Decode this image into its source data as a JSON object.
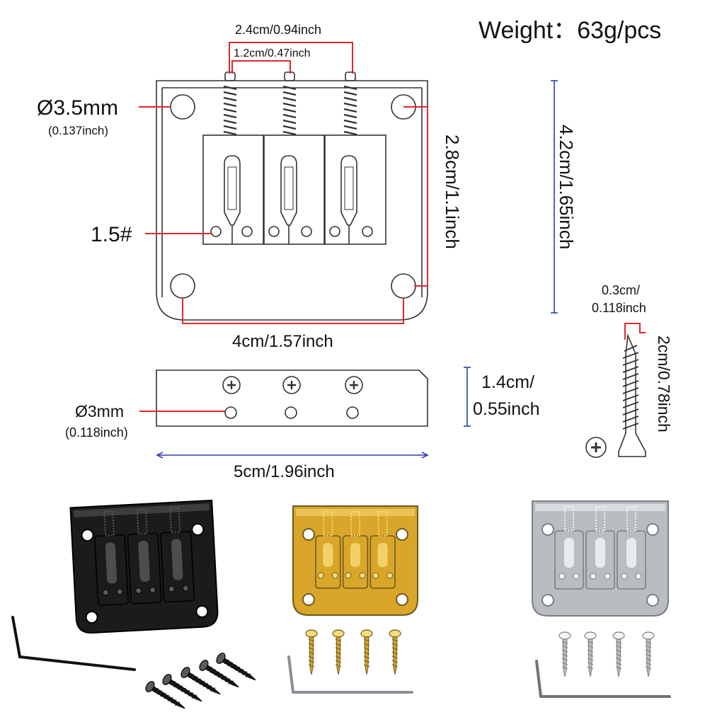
{
  "weight": "Weight：63g/pcs",
  "top_view": {
    "string_spacing_outer": "2.4cm/0.94inch",
    "string_spacing_inner": "1.2cm/0.47inch",
    "mount_hole_dia": "Ø3.5mm",
    "mount_hole_dia_inch": "(0.137inch)",
    "screw_size": "1.5#",
    "hole_spacing_vertical": "2.8cm/1.1inch",
    "plate_height": "4.2cm/1.65inch",
    "hole_spacing_horizontal": "4cm/1.57inch"
  },
  "side_view": {
    "hole_dia": "Ø3mm",
    "hole_dia_inch": "(0.118inch)",
    "height_cm": "1.4cm/",
    "height_inch": "0.55inch",
    "width": "5cm/1.96inch"
  },
  "screw": {
    "diameter_cm": "0.3cm/",
    "diameter_inch": "0.118inch",
    "length": "2cm/0.78inch"
  },
  "products": [
    {
      "finish": "black",
      "color": "#1b1b1b",
      "highlight": "#5a5a5a"
    },
    {
      "finish": "gold",
      "color": "#d9a62a",
      "highlight": "#f7dc7a"
    },
    {
      "finish": "chrome",
      "color": "#b9bcc0",
      "highlight": "#f4f5f6"
    }
  ],
  "colors": {
    "dimension_red": "#e0282c",
    "dimension_blue": "#2b3fb0",
    "outline": "#333333"
  }
}
